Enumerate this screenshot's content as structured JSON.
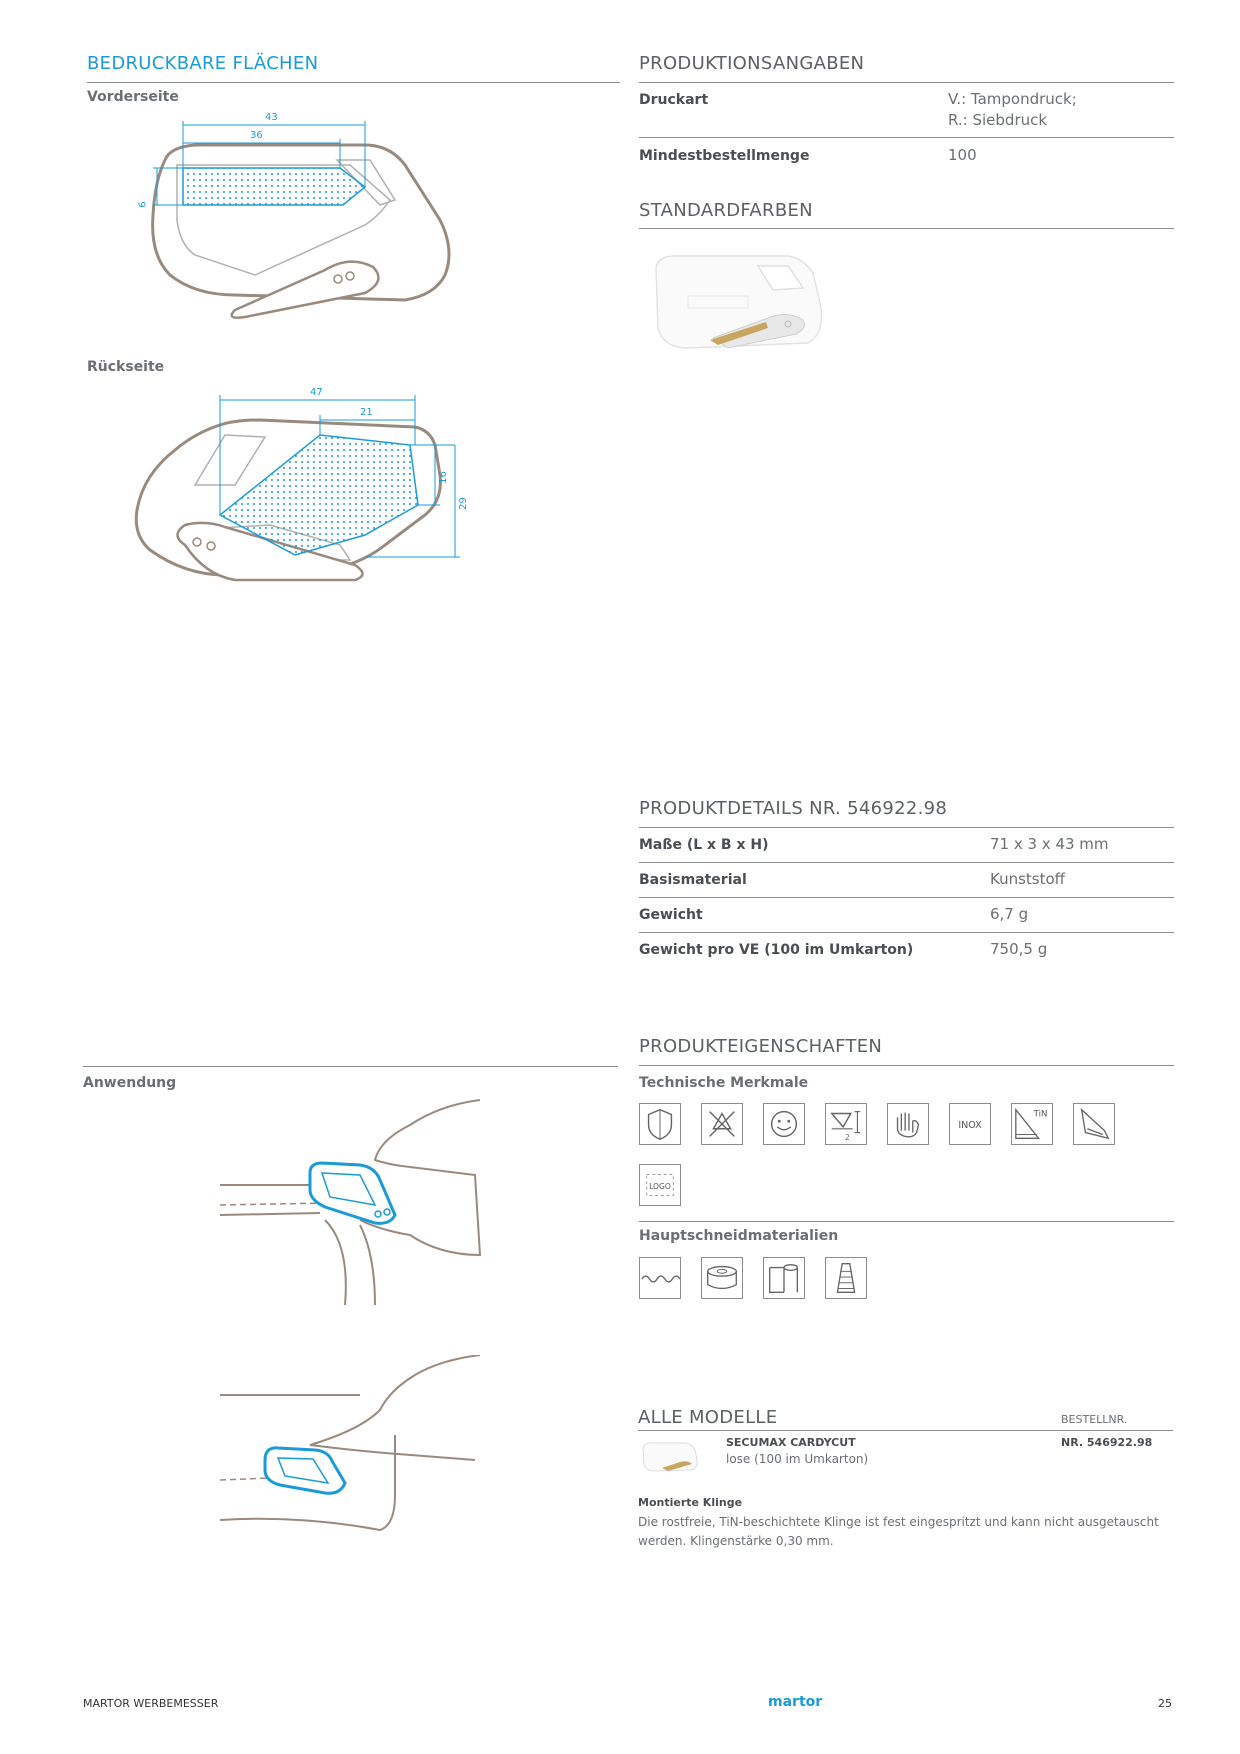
{
  "left": {
    "printable_title": "BEDRUCKBARE FLÄCHEN",
    "front_label": "Vorderseite",
    "front_dims": {
      "d43": "43",
      "d36": "36",
      "d9": "9"
    },
    "back_label": "Rückseite",
    "back_dims": {
      "d47": "47",
      "d21": "21",
      "d16": "16",
      "d29": "29"
    },
    "usage_label": "Anwendung"
  },
  "production": {
    "title": "PRODUKTIONSANGABEN",
    "rows": [
      {
        "label": "Druckart",
        "value1": "V.: Tampondruck;",
        "value2": "R.: Siebdruck"
      },
      {
        "label": "Mindestbestellmenge",
        "value1": "100"
      }
    ]
  },
  "colors": {
    "title": "STANDARDFARBEN"
  },
  "details": {
    "title": "PRODUKTDETAILS NR. 546922.98",
    "rows": [
      {
        "label": "Maße (L x B x H)",
        "value": "71 x 3 x 43 mm"
      },
      {
        "label": "Basismaterial",
        "value": "Kunststoff"
      },
      {
        "label": "Gewicht",
        "value": "6,7 g"
      },
      {
        "label": "Gewicht pro VE (100 im Umkarton)",
        "value": "750,5 g"
      }
    ]
  },
  "properties": {
    "title": "PRODUKTEIGENSCHAFTEN",
    "tech_label": "Technische Merkmale",
    "tech_icons": [
      "shield-icon",
      "no-recycle-icon",
      "smiley-icon",
      "blade-depth-icon",
      "glove-hand-icon",
      "inox-icon",
      "tin-coating-icon",
      "blade-replace-icon",
      "logo-print-icon"
    ],
    "inox_text": "INOX",
    "tin_text": "TiN",
    "logo_text": "LOGO",
    "depth_num": "2",
    "cut_label": "Hauptschneidmaterialien",
    "cut_icons": [
      "foil-icon",
      "tape-roll-icon",
      "paper-roll-icon",
      "yarn-cone-icon"
    ]
  },
  "models": {
    "title": "ALLE MODELLE",
    "order_header": "BESTELLNR.",
    "name": "SECUMAX CARDYCUT",
    "desc": "lose (100 im Umkarton)",
    "number": "NR. 546922.98",
    "blade_title": "Montierte Klinge",
    "blade_text_1": "Die rostfreie, TiN-beschichtete Klinge ist fest eingespritzt und kann nicht ausgetauscht",
    "blade_text_2": "werden. Klingenstärke 0,30 mm."
  },
  "footer": {
    "left": "MARTOR WERBEMESSER",
    "brand": "martor",
    "page": "25"
  }
}
